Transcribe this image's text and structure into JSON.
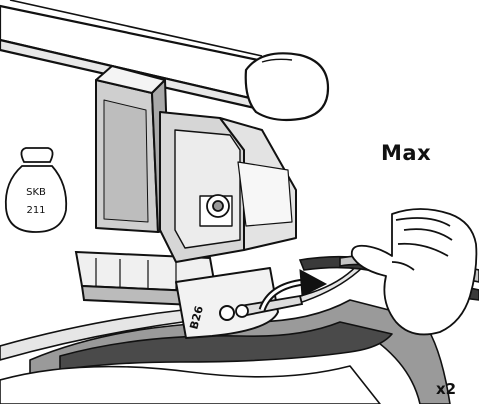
{
  "labels": {
    "max": "Max",
    "quantity": "x2"
  },
  "parts_bag": {
    "line1": "SKB",
    "line2": "211"
  },
  "bracket": {
    "code": "B26"
  }
}
